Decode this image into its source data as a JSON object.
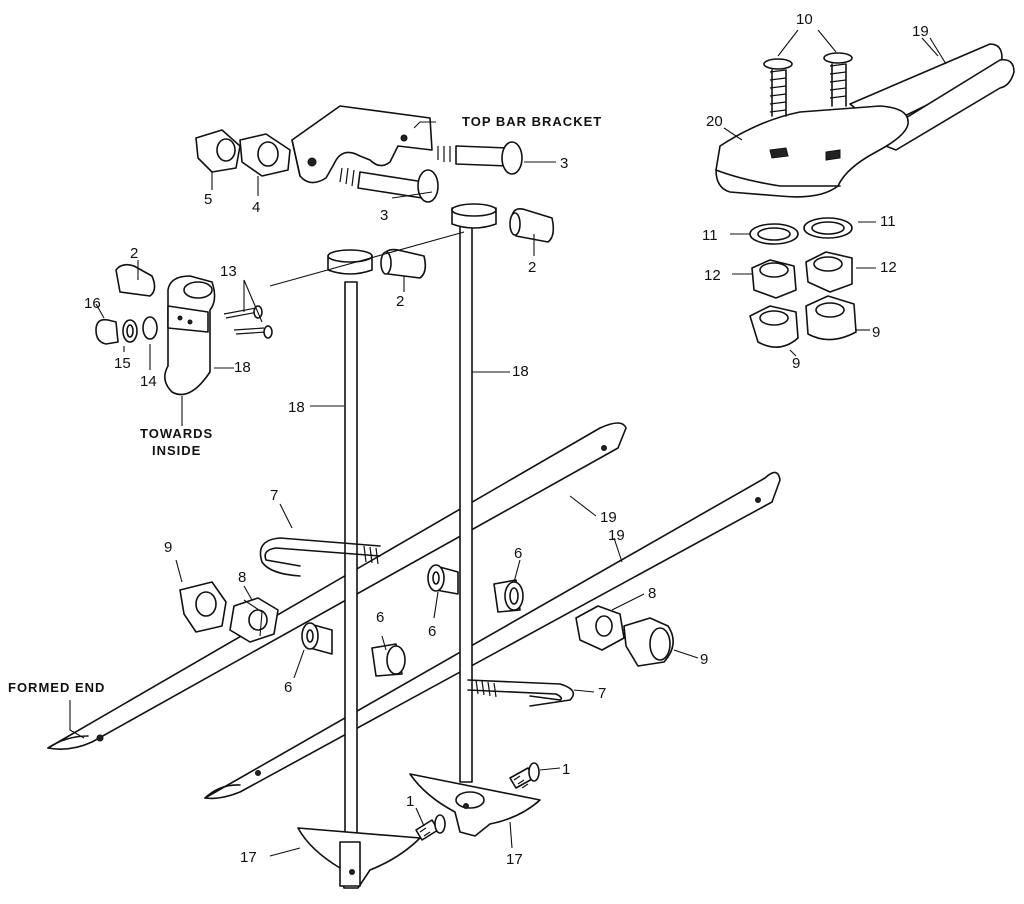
{
  "diagram": {
    "labels": {
      "top_bar_bracket": "TOP BAR BRACKET",
      "towards_inside_1": "TOWARDS",
      "towards_inside_2": "INSIDE",
      "formed_end": "FORMED END"
    },
    "callouts": {
      "c1a": "1",
      "c1b": "1",
      "c2a": "2",
      "c2b": "2",
      "c2c": "2",
      "c3a": "3",
      "c3b": "3",
      "c4": "4",
      "c5": "5",
      "c6a": "6",
      "c6b": "6",
      "c6c": "6",
      "c6d": "6",
      "c7a": "7",
      "c7b": "7",
      "c8a": "8",
      "c8b": "8",
      "c9a": "9",
      "c9b": "9",
      "c9c": "9",
      "c9d": "9",
      "c10": "10",
      "c11a": "11",
      "c11b": "11",
      "c12a": "12",
      "c12b": "12",
      "c13": "13",
      "c14": "14",
      "c15": "15",
      "c16": "16",
      "c17a": "17",
      "c17b": "17",
      "c18a": "18",
      "c18b": "18",
      "c18c": "18",
      "c19a": "19",
      "c19b": "19",
      "c19c": "19",
      "c20": "20"
    }
  }
}
